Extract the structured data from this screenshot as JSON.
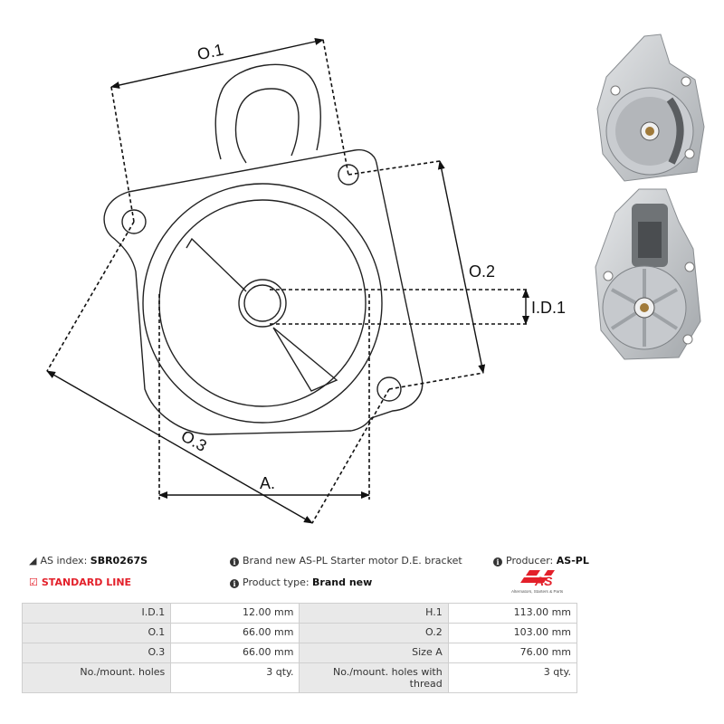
{
  "drawing": {
    "labels": {
      "o1": "O.1",
      "o2": "O.2",
      "o3": "O.3",
      "id1": "I.D.1",
      "a": "A."
    }
  },
  "info": {
    "as_index_label": "AS index:",
    "as_index_value": "SBR0267S",
    "line_label": "STANDARD LINE",
    "description": "Brand new AS-PL Starter motor D.E. bracket",
    "product_type_label": "Product type:",
    "product_type_value": "Brand new",
    "producer_label": "Producer:",
    "producer_value": "AS-PL"
  },
  "logo": {
    "mark": "AS",
    "tagline": "Alternators, Starters & Parts",
    "color": "#e3202a"
  },
  "specs": [
    [
      {
        "label": "I.D.1",
        "value": "12.00 mm"
      },
      {
        "label": "H.1",
        "value": "113.00 mm"
      }
    ],
    [
      {
        "label": "O.1",
        "value": "66.00 mm"
      },
      {
        "label": "O.2",
        "value": "103.00 mm"
      }
    ],
    [
      {
        "label": "O.3",
        "value": "66.00 mm"
      },
      {
        "label": "Size A",
        "value": "76.00 mm"
      }
    ],
    [
      {
        "label": "No./mount. holes",
        "value": "3 qty."
      },
      {
        "label": "No./mount. holes with thread",
        "value": "3 qty."
      }
    ]
  ]
}
